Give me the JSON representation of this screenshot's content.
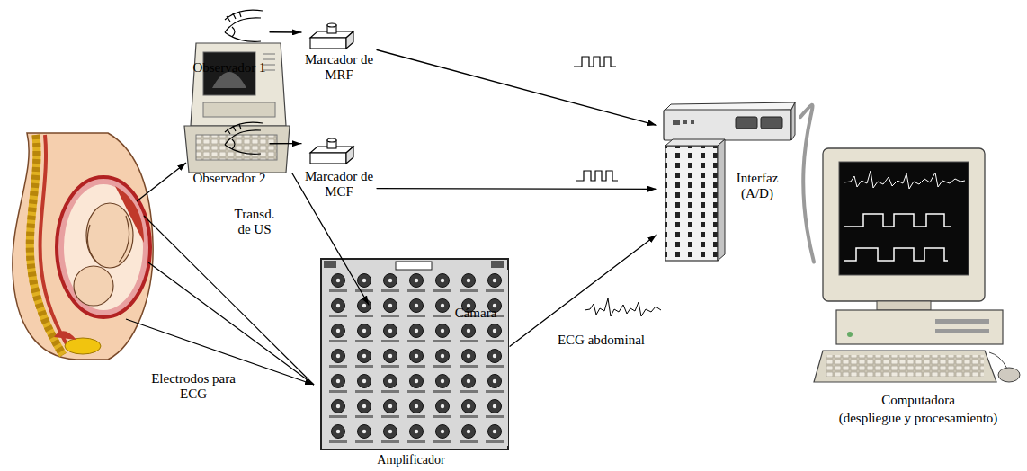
{
  "diagram": {
    "nodes": [
      {
        "text": [
          "Observador 1"
        ]
      },
      {
        "text": [
          "Marcador de MRF"
        ]
      },
      {
        "text": [
          "Observador 2"
        ]
      },
      {
        "text": [
          "Marcador de MCF"
        ]
      },
      {
        "text": [
          "Transd. de US"
        ]
      },
      {
        "text": [
          "Cámara"
        ]
      },
      {
        "text": [
          "Interfaz (A/D)"
        ]
      },
      {
        "text": [
          "Computadora",
          "(despliegue y procesamiento)"
        ]
      },
      {
        "text": [
          "Amplificador"
        ]
      }
    ],
    "edges": [
      {
        "from": 0,
        "to": 1,
        "arrow": "to"
      },
      {
        "from": 2,
        "to": 3,
        "arrow": "to"
      },
      {
        "from": 1,
        "to": 6,
        "arrow": "to"
      },
      {
        "from": 3,
        "to": 6,
        "arrow": "to"
      },
      {
        "from": 4,
        "to": 5,
        "arrow": "to"
      },
      {
        "from": 8,
        "to": 6,
        "label": "ECG abdominal",
        "arrow": "to"
      },
      {
        "from": 6,
        "to": 7,
        "arrow": "none"
      }
    ],
    "labels": [
      "Electrodos para ECG"
    ]
  }
}
